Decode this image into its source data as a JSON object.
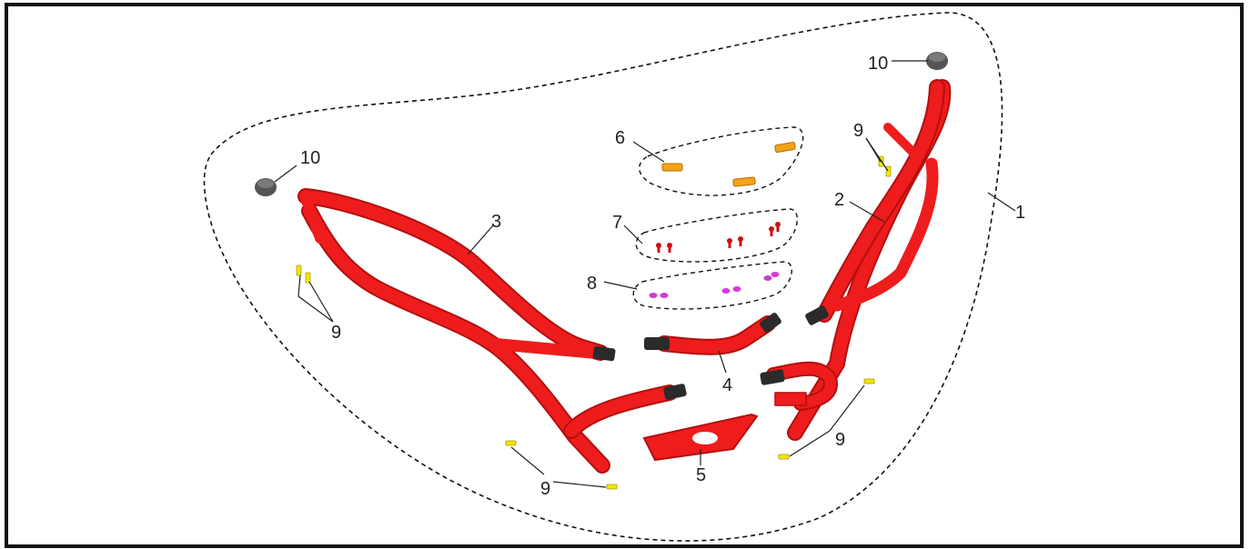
{
  "diagram": {
    "colors": {
      "tube": "#ee1c1c",
      "tube_shadow": "#b30f0f",
      "end_cap": "#2b2b2b",
      "bolt_yellow": "#f3e600",
      "pad_orange": "#f4a21a",
      "screw_red": "#cc1111",
      "nut_magenta": "#d23ad6",
      "border": "#111111",
      "leader": "#222222",
      "dashed_outline": "#111111"
    },
    "callouts": {
      "c1": "1",
      "c2": "2",
      "c3": "3",
      "c4": "4",
      "c5": "5",
      "c6": "6",
      "c7": "7",
      "c8": "8",
      "c9_left": "9",
      "c9_top_right": "9",
      "c9_bottom": "9",
      "c9_bottom_right": "9",
      "c10_left": "10",
      "c10_right": "10"
    }
  }
}
